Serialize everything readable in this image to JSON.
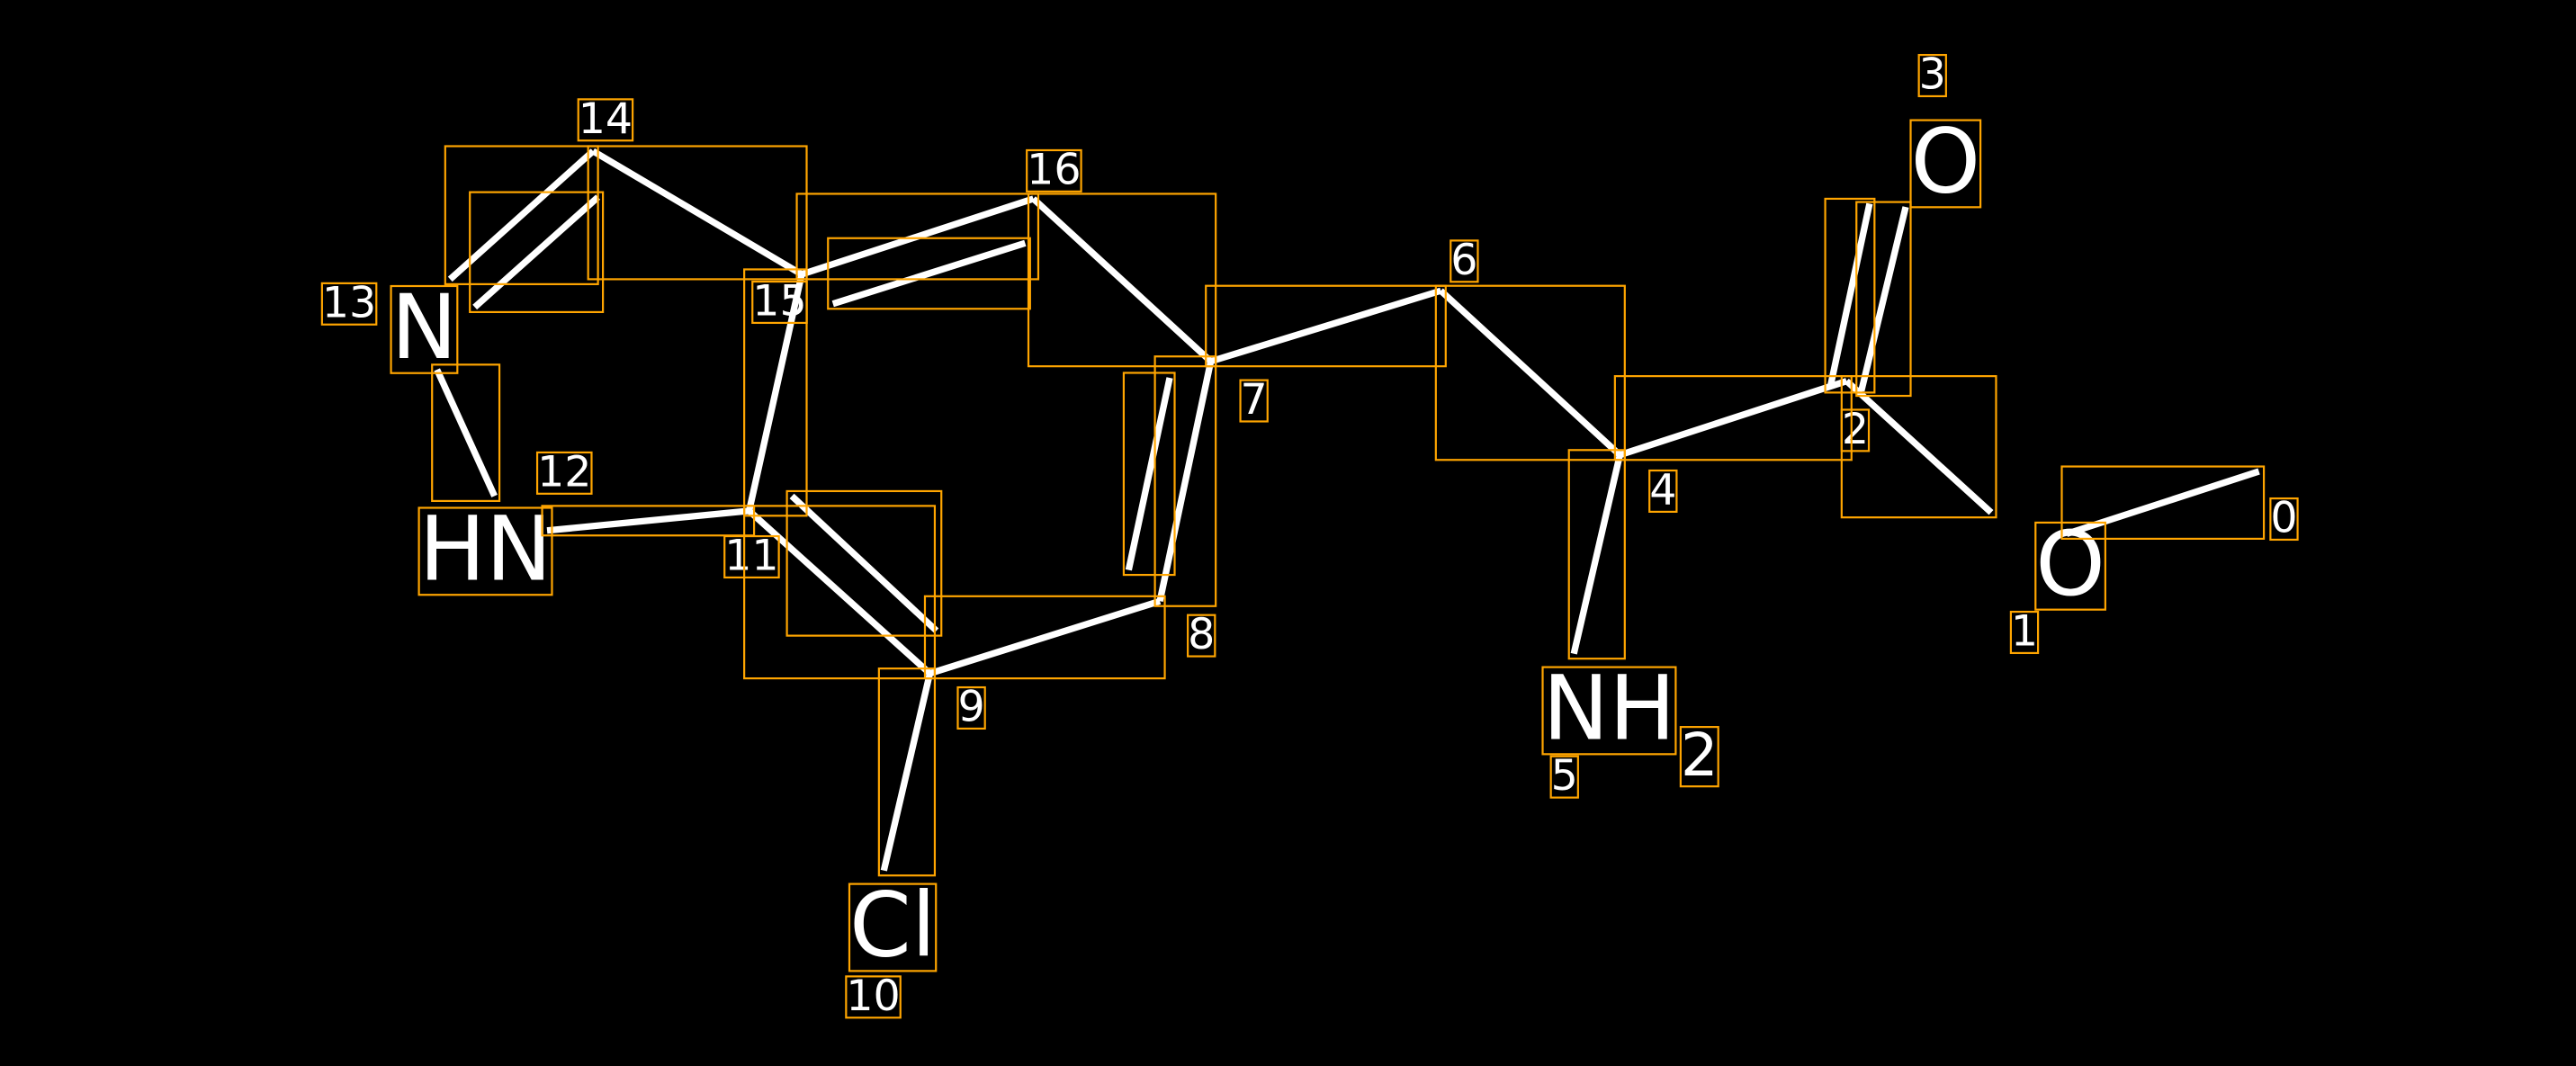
{
  "title": "Molecule diagram with atom indices",
  "colors": {
    "background": "#000000",
    "bond": "#ffffff",
    "box": "#ffa500"
  },
  "atoms": [
    {
      "index": "0",
      "label": ""
    },
    {
      "index": "1",
      "label": "O"
    },
    {
      "index": "2",
      "label": ""
    },
    {
      "index": "3",
      "label": "O"
    },
    {
      "index": "4",
      "label": ""
    },
    {
      "index": "5",
      "label": "NH",
      "subscript": "2"
    },
    {
      "index": "6",
      "label": ""
    },
    {
      "index": "7",
      "label": ""
    },
    {
      "index": "8",
      "label": ""
    },
    {
      "index": "9",
      "label": ""
    },
    {
      "index": "10",
      "label": "Cl"
    },
    {
      "index": "11",
      "label": ""
    },
    {
      "index": "12",
      "label": "HN"
    },
    {
      "index": "13",
      "label": "N"
    },
    {
      "index": "14",
      "label": ""
    },
    {
      "index": "15",
      "label": ""
    },
    {
      "index": "16",
      "label": ""
    }
  ],
  "bonds": [
    {
      "from": 0,
      "to": 1,
      "order": 1
    },
    {
      "from": 1,
      "to": 2,
      "order": 1
    },
    {
      "from": 2,
      "to": 3,
      "order": 2
    },
    {
      "from": 2,
      "to": 4,
      "order": 1
    },
    {
      "from": 4,
      "to": 5,
      "order": 1
    },
    {
      "from": 4,
      "to": 6,
      "order": 1
    },
    {
      "from": 6,
      "to": 7,
      "order": 1
    },
    {
      "from": 7,
      "to": 16,
      "order": 1
    },
    {
      "from": 7,
      "to": 8,
      "order": 2
    },
    {
      "from": 8,
      "to": 9,
      "order": 1
    },
    {
      "from": 9,
      "to": 11,
      "order": 2
    },
    {
      "from": 9,
      "to": 10,
      "order": 1
    },
    {
      "from": 11,
      "to": 12,
      "order": 1
    },
    {
      "from": 11,
      "to": 15,
      "order": 1
    },
    {
      "from": 12,
      "to": 13,
      "order": 1
    },
    {
      "from": 13,
      "to": 14,
      "order": 2
    },
    {
      "from": 14,
      "to": 15,
      "order": 1
    },
    {
      "from": 15,
      "to": 16,
      "order": 2
    }
  ]
}
